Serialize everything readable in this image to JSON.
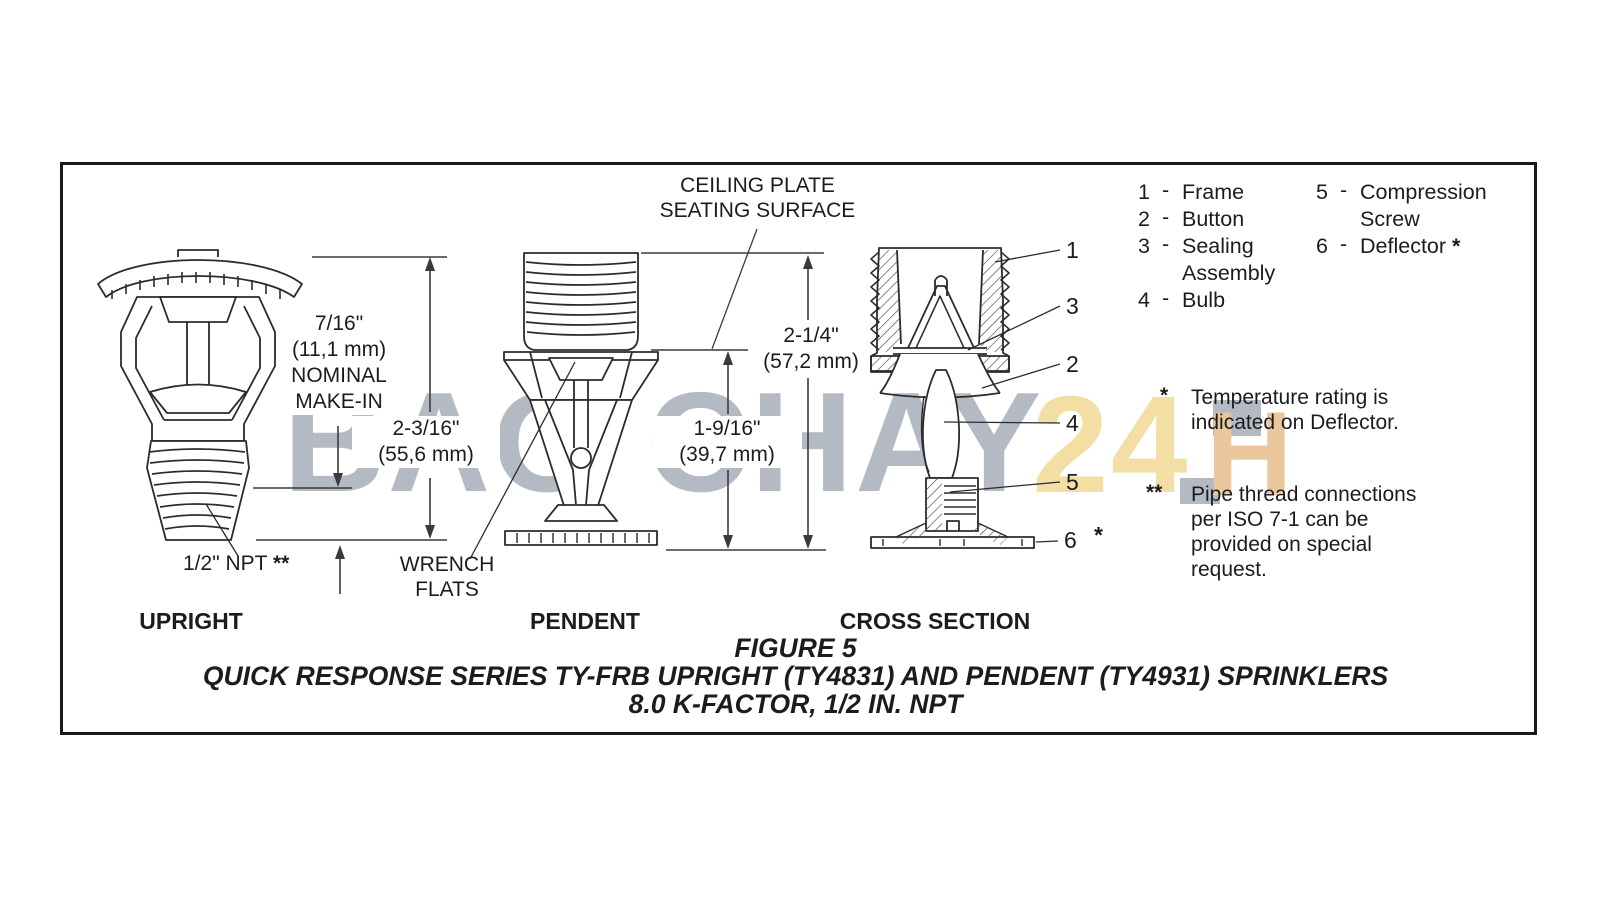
{
  "watermark": {
    "text_primary": "BAO CHAY",
    "text_secondary": "24",
    "text_tertiary": "H",
    "color_gray": "#b3bac4",
    "color_yellow": "#f3dfa3",
    "color_orange": "#ebc79d"
  },
  "legend": {
    "dash": "-",
    "star": "*",
    "col1": [
      {
        "num": "1",
        "label": "Frame"
      },
      {
        "num": "2",
        "label": "Button"
      },
      {
        "num": "3",
        "label": "Sealing Assembly"
      },
      {
        "num": "4",
        "label": "Bulb"
      }
    ],
    "col2": [
      {
        "num": "5",
        "label": "Compression Screw"
      },
      {
        "num": "6",
        "label": "Deflector"
      }
    ]
  },
  "notes": [
    {
      "marker": "*",
      "text": "Temperature rating is indicated on Deflector."
    },
    {
      "marker": "**",
      "text": "Pipe thread connections per ISO 7-1 can be provided on special request."
    }
  ],
  "upright": {
    "view_label": "UPRIGHT",
    "make_in": [
      "7/16\"",
      "(11,1 mm)",
      "NOMINAL",
      "MAKE-IN"
    ],
    "overall": [
      "2-3/16\"",
      "(55,6 mm)"
    ],
    "thread": "1/2\" NPT",
    "thread_stars": "**"
  },
  "pendent": {
    "view_label": "PENDENT",
    "ceiling": [
      "CEILING PLATE",
      "SEATING SURFACE"
    ],
    "overall": [
      "2-1/4\"",
      "(57,2 mm)"
    ],
    "below_ceiling": [
      "1-9/16\"",
      "(39,7 mm)"
    ],
    "wrench": [
      "WRENCH",
      "FLATS"
    ]
  },
  "cross_section": {
    "view_label": "CROSS SECTION",
    "callouts": [
      "1",
      "3",
      "2",
      "4",
      "5",
      "6"
    ],
    "deflector_star": "*"
  },
  "title": {
    "line1": "FIGURE 5",
    "line2": "QUICK RESPONSE SERIES TY-FRB UPRIGHT (TY4831) AND PENDENT (TY4931) SPRINKLERS",
    "line3": "8.0 K-FACTOR, 1/2 IN. NPT"
  }
}
